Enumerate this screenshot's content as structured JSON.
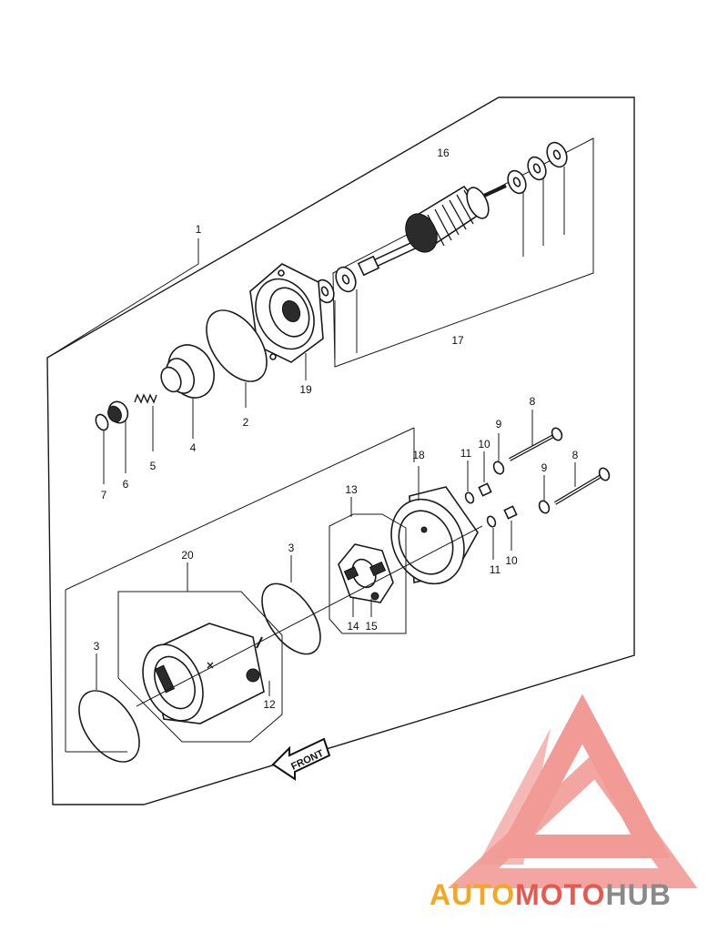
{
  "callouts": {
    "c1": "1",
    "c2": "2",
    "c3a": "3",
    "c3b": "3",
    "c4": "4",
    "c5": "5",
    "c6": "6",
    "c7": "7",
    "c8a": "8",
    "c8b": "8",
    "c9a": "9",
    "c9b": "9",
    "c10a": "10",
    "c10b": "10",
    "c11a": "11",
    "c11b": "11",
    "c12": "12",
    "c13": "13",
    "c14": "14",
    "c15": "15",
    "c16": "16",
    "c17": "17",
    "c18": "18",
    "c19": "19",
    "c20": "20"
  },
  "front_arrow": {
    "label": "FRONT"
  },
  "watermark": {
    "part1": "AUTO",
    "part2": "MOTO",
    "part3": "HUB",
    "color_orange": "#f5a623",
    "color_red": "#e8584f",
    "color_gray": "#8a8a8a",
    "triangle_color": "#f08a84"
  }
}
